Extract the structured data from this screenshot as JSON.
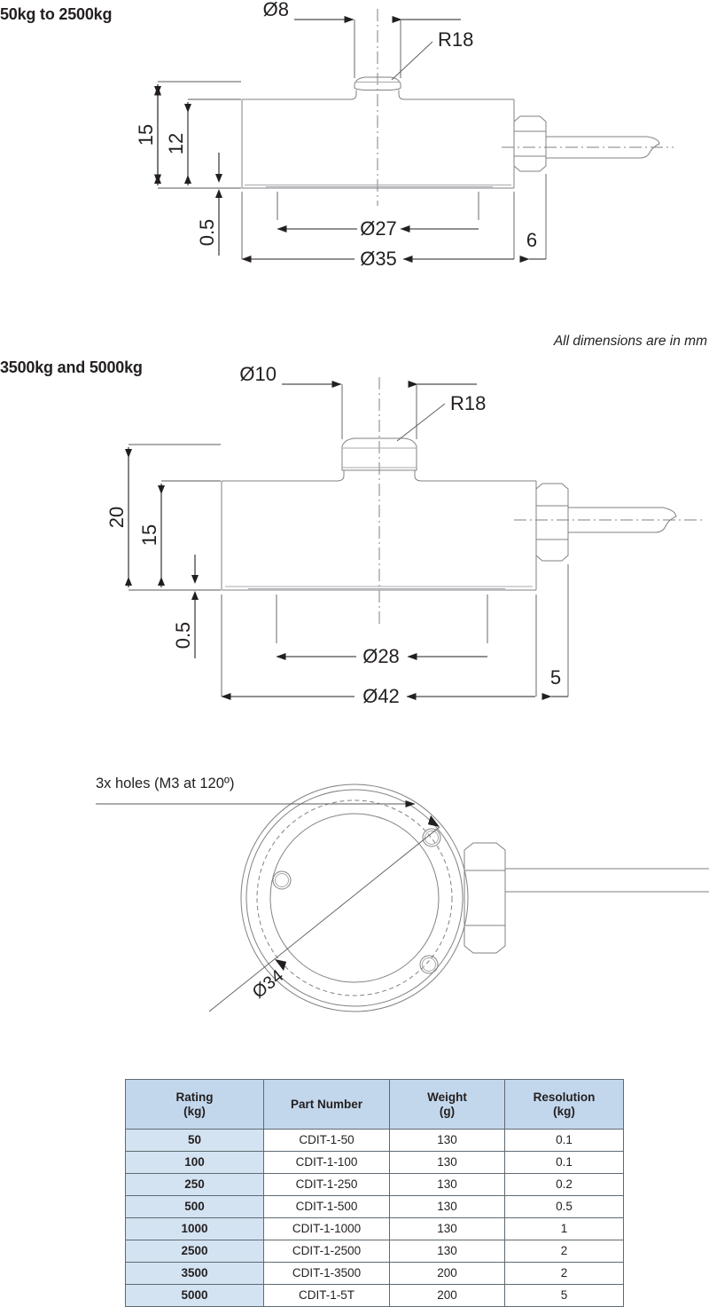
{
  "titles": {
    "drawing1": "50kg to 2500kg",
    "drawing2": "3500kg and 5000kg"
  },
  "note": "All dimensions are in mm",
  "drawing1": {
    "dimensions": {
      "bore_top": "Ø8",
      "radius": "R18",
      "height_total": "15",
      "height_body": "12",
      "base_plate": "0.5",
      "diameter_inner": "Ø27",
      "diameter_outer": "Ø35",
      "thread_length": "6"
    }
  },
  "drawing2": {
    "dimensions": {
      "bore_top": "Ø10",
      "radius": "R18",
      "height_total": "20",
      "height_body": "15",
      "base_plate": "0.5",
      "diameter_inner": "Ø28",
      "diameter_outer": "Ø42",
      "thread_length": "5"
    }
  },
  "topview": {
    "holes_note": "3x holes (M3 at 120º)",
    "bolt_circle": "Ø34"
  },
  "table": {
    "headers": [
      {
        "line1": "Rating",
        "line2": "(kg)"
      },
      {
        "line1": "Part Number",
        "line2": ""
      },
      {
        "line1": "Weight",
        "line2": "(g)"
      },
      {
        "line1": "Resolution",
        "line2": "(kg)"
      }
    ],
    "rows": [
      {
        "rating": "50",
        "part": "CDIT-1-50",
        "weight": "130",
        "resolution": "0.1"
      },
      {
        "rating": "100",
        "part": "CDIT-1-100",
        "weight": "130",
        "resolution": "0.1"
      },
      {
        "rating": "250",
        "part": "CDIT-1-250",
        "weight": "130",
        "resolution": "0.2"
      },
      {
        "rating": "500",
        "part": "CDIT-1-500",
        "weight": "130",
        "resolution": "0.5"
      },
      {
        "rating": "1000",
        "part": "CDIT-1-1000",
        "weight": "130",
        "resolution": "1"
      },
      {
        "rating": "2500",
        "part": "CDIT-1-2500",
        "weight": "130",
        "resolution": "2"
      },
      {
        "rating": "3500",
        "part": "CDIT-1-3500",
        "weight": "200",
        "resolution": "2"
      },
      {
        "rating": "5000",
        "part": "CDIT-1-5T",
        "weight": "200",
        "resolution": "5"
      }
    ]
  },
  "colors": {
    "header_fill": "#c3d7ec",
    "rating_fill": "#d4e3f2",
    "line": "#6d6e71",
    "dim_line": "#231f20",
    "text": "#231f20"
  }
}
